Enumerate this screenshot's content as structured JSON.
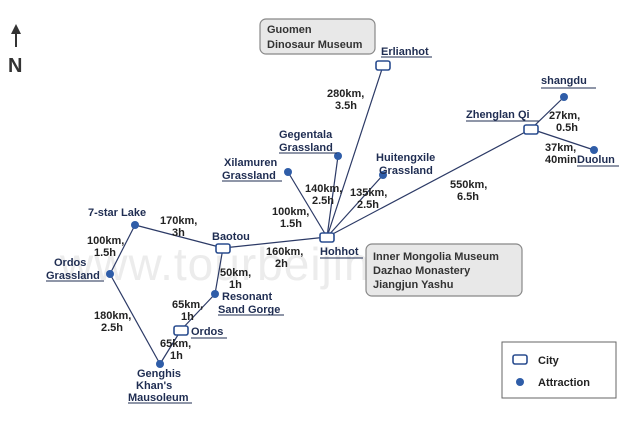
{
  "watermark": "www.tourbeijing.com",
  "north_label": "N",
  "legend": {
    "city": "City",
    "attraction": "Attraction"
  },
  "colors": {
    "route": "#2c3a66",
    "city_fill": "#ffffff",
    "city_stroke": "#2a4d8f",
    "attraction": "#2f5da8",
    "box_fill": "#e8e8e8",
    "box_stroke": "#888888"
  },
  "info_boxes": {
    "guomen": [
      "Guomen",
      "Dinosaur Museum"
    ],
    "hohhot_sights": [
      "Inner Mongolia Museum",
      "Dazhao Monastery",
      "Jiangjun Yashu"
    ]
  },
  "places": {
    "erlianhot": [
      "Erlianhot"
    ],
    "gegentala": [
      "Gegentala",
      "Grassland"
    ],
    "xilamuren": [
      "Xilamuren",
      "Grassland"
    ],
    "huitengxile": [
      "Huitengxile",
      "Grassland"
    ],
    "shangdu": [
      "shangdu"
    ],
    "zhenglan_qi": [
      "Zhenglan Qi"
    ],
    "duolun": [
      "Duolun"
    ],
    "hohhot": [
      "Hohhot"
    ],
    "baotou": [
      "Baotou"
    ],
    "seven_star_lake": [
      "7-star Lake"
    ],
    "ordos_grassland": [
      "Ordos",
      "Grassland"
    ],
    "resonant_sand_gorge": [
      "Resonant",
      "Sand Gorge"
    ],
    "ordos": [
      "Ordos"
    ],
    "genghis": [
      "Genghis",
      "Khan's",
      "Mausoleum"
    ]
  },
  "distances": {
    "hohhot_erlianhot": [
      "280km,",
      "3.5h"
    ],
    "hohhot_gegentala": [
      "140km,",
      "2.5h"
    ],
    "hohhot_xilamuren": [
      "100km,",
      "1.5h"
    ],
    "hohhot_huitengxile": [
      "135km,",
      "2.5h"
    ],
    "hohhot_zhenglan": [
      "550km,",
      "6.5h"
    ],
    "zhenglan_shangdu": [
      "27km,",
      "0.5h"
    ],
    "zhenglan_duolun": [
      "37km,",
      "40min"
    ],
    "baotou_hohhot": [
      "160km,",
      "2h"
    ],
    "baotou_7star": [
      "170km,",
      "3h"
    ],
    "7star_ordosgrass": [
      "100km,",
      "1.5h"
    ],
    "ordosgrass_genghis": [
      "180km,",
      "2.5h"
    ],
    "baotou_resonant": [
      "50km,",
      "1h"
    ],
    "resonant_ordos": [
      "65km,",
      "1h"
    ],
    "ordos_genghis": [
      "65km,",
      "1h"
    ]
  }
}
